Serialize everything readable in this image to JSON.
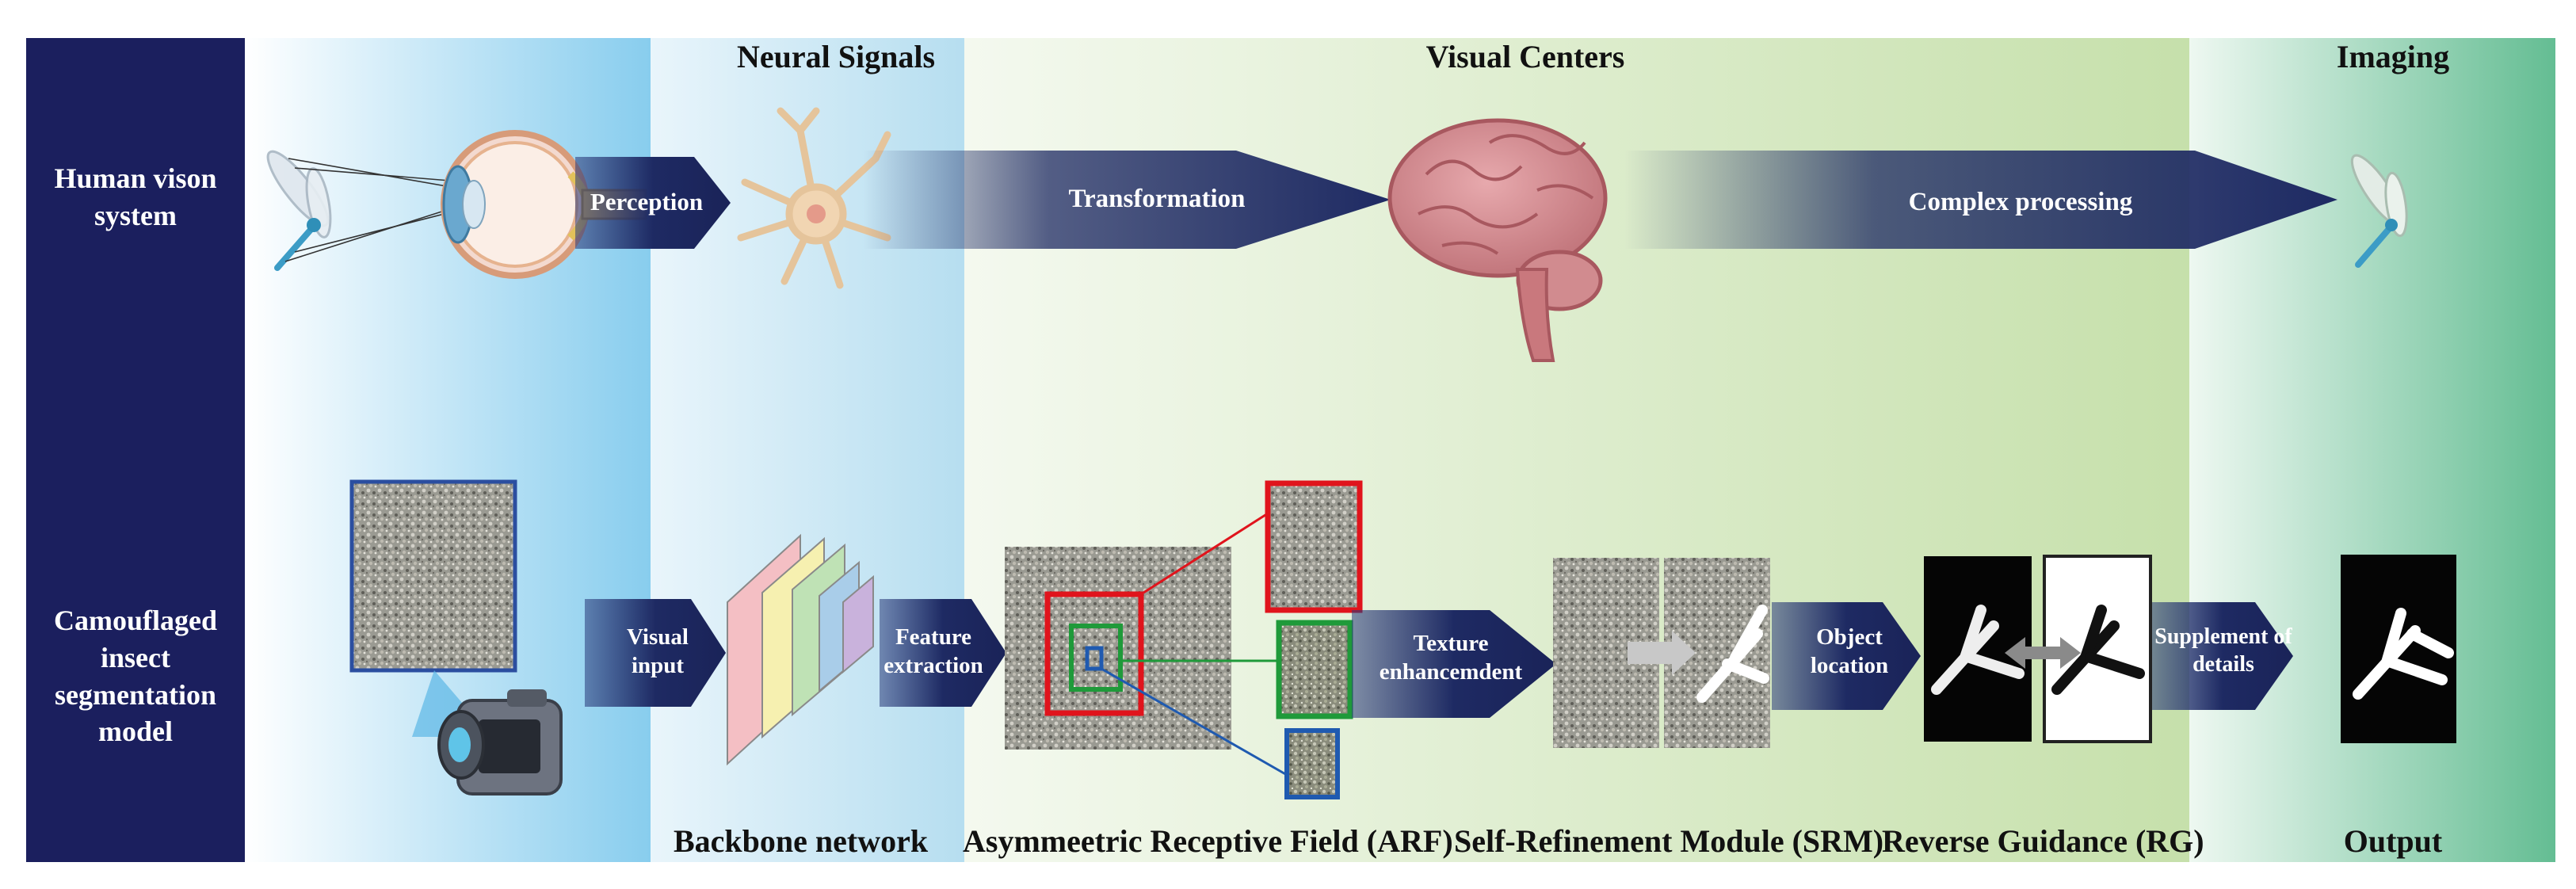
{
  "left_panel": {
    "human_label": "Human vison system",
    "model_label": "Camouflaged insect segmentation model"
  },
  "top_headers": {
    "neural_signals": "Neural Signals",
    "visual_centers": "Visual Centers",
    "imaging": "Imaging"
  },
  "top_arrows": {
    "perception": "Perception",
    "transformation": "Transformation",
    "complex_processing": "Complex processing"
  },
  "bottom_arrows": {
    "visual_input": "Visual input",
    "feature_extraction": "Feature extraction",
    "texture_enhancement": "Texture enhancemdent",
    "object_location": "Object location",
    "supplement_details": "Supplement of details"
  },
  "bottom_headers": {
    "backbone": "Backbone network",
    "arf": "Asymmeetric Receptive Field (ARF)",
    "srm": "Self-Refinement Module (SRM)",
    "rg": "Reverse Guidance (RG)",
    "output": "Output"
  },
  "colors": {
    "navy": "#1b1f5e",
    "arrow": "#1e2a63",
    "blue_band": "#8fd0ee",
    "green_band": "#c9e2b0",
    "teal_band": "#6cc09a",
    "red_box": "#e0141c",
    "green_box": "#1f9a3a",
    "blue_box": "#1f5ab0"
  }
}
